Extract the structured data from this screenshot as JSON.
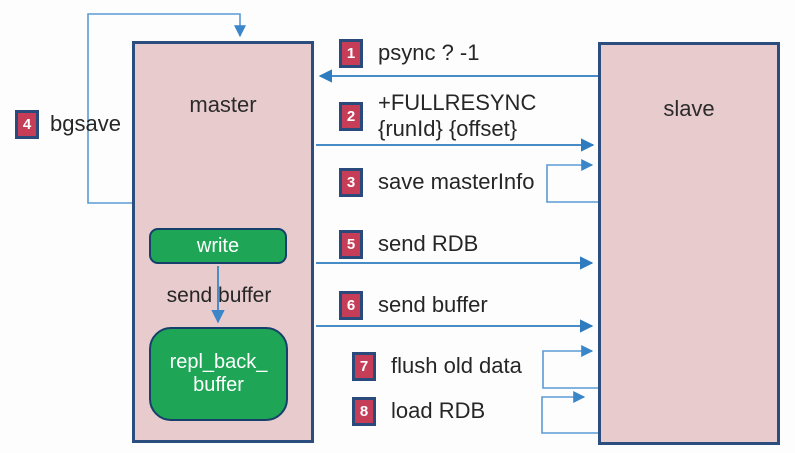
{
  "nodes": {
    "master": {
      "label": "master"
    },
    "slave": {
      "label": "slave"
    },
    "write": {
      "label": "write"
    },
    "repl_back_buffer": {
      "label": "repl_back_\nbuffer"
    }
  },
  "annotations": {
    "bgsave": {
      "num": "4",
      "label": "bgsave"
    },
    "send_buffer": "send buffer"
  },
  "steps": [
    {
      "num": "1",
      "label": "psync ? -1"
    },
    {
      "num": "2",
      "label": "+FULLRESYNC\n{runId} {offset}"
    },
    {
      "num": "3",
      "label": "save masterInfo"
    },
    {
      "num": "5",
      "label": "send RDB"
    },
    {
      "num": "6",
      "label": "send buffer"
    },
    {
      "num": "7",
      "label": "flush old data"
    },
    {
      "num": "8",
      "label": "load RDB"
    }
  ],
  "colors": {
    "node_fill": "#e8cbcc",
    "node_border": "#2b4e7e",
    "step_badge_fill": "#c63d58",
    "step_badge_border": "#2b4a7c",
    "green_fill": "#1ea656",
    "green_border": "#163f6b",
    "arrow_blue": "#2e7bbf",
    "loop_blue": "#5b9bd5",
    "text_dark": "#262626"
  }
}
